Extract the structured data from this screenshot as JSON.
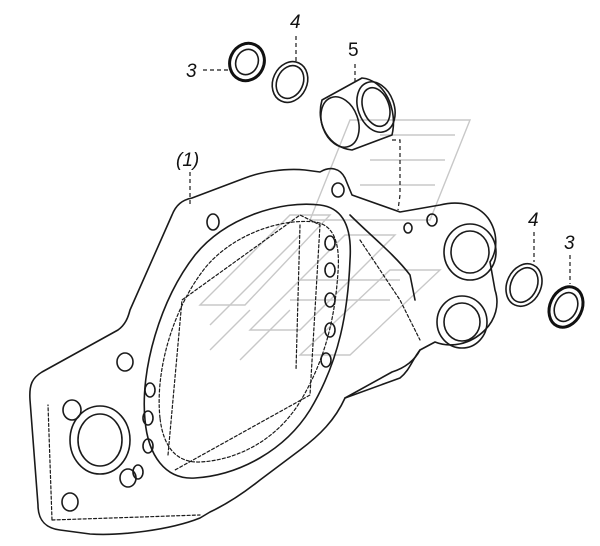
{
  "callouts": {
    "housing": "(1)",
    "seal_top": "3",
    "oring_top": "4",
    "bushing": "5",
    "oring_right": "4",
    "seal_right": "3"
  },
  "watermark": {
    "icon": "stylized-logo-watermark"
  }
}
